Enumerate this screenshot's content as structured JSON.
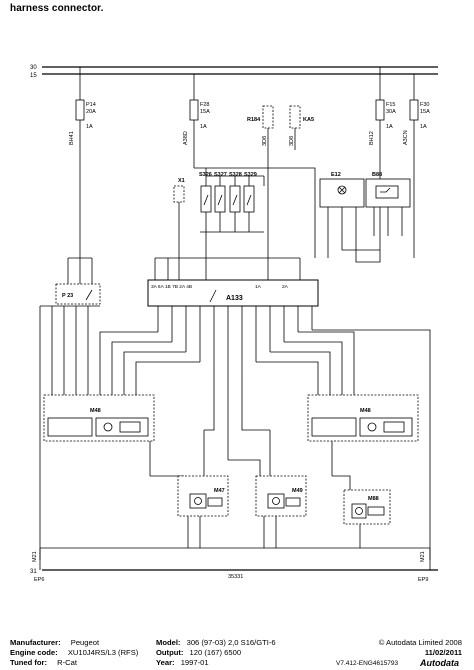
{
  "header": {
    "caption": "harness connector."
  },
  "rails": {
    "top1": "30",
    "top2": "15",
    "bottom": "31"
  },
  "fuses": [
    {
      "id": "P14",
      "rating": "20A",
      "wire": "1A"
    },
    {
      "id": "F28",
      "rating": "15A",
      "wire": "1A"
    },
    {
      "id": "F15",
      "rating": "30A",
      "wire": "1A"
    },
    {
      "id": "F30",
      "rating": "15A",
      "wire": "1A"
    }
  ],
  "fuse_wires": [
    "BH41",
    "A38D",
    "BH12",
    "A3CN"
  ],
  "relays": {
    "left": "R184",
    "right": "KA5"
  },
  "relay_wires": [
    "3D8",
    "3D8"
  ],
  "switches": [
    "S326",
    "S327",
    "S328",
    "S329"
  ],
  "components": {
    "x1": "X1",
    "e12": "E12",
    "b88": "B88",
    "p23": "P 23",
    "a133": "A133",
    "m48_left": "M48",
    "m48_right": "M48",
    "m47": "M47",
    "m49": "M49",
    "m88": "M88"
  },
  "a133_pins_top": "3A 6A 1B 7B 2A 4B",
  "a133_pin_labels": {
    "p1a": "1A",
    "p2a": "2A"
  },
  "ground_points": {
    "left_code": "M21",
    "left_ep": "EP6",
    "right_code": "M21",
    "right_ep": "EP9",
    "center": "35331"
  },
  "footer": {
    "manufacturer_label": "Manufacturer:",
    "manufacturer": "Peugeot",
    "engine_label": "Engine code:",
    "engine": "XU10J4RS/L3 (RFS)",
    "tuned_label": "Tuned for:",
    "tuned": "R-Cat",
    "model_label": "Model:",
    "model": "306 (97-03) 2,0 S16/GTI-6",
    "output_label": "Output:",
    "output": "120 (167) 6500",
    "year_label": "Year:",
    "year": "1997-01",
    "copyright": "© Autodata Limited 2008",
    "date": "11/02/2011",
    "ref": "V7.412-ENG4615793",
    "brand": "Autodata"
  }
}
